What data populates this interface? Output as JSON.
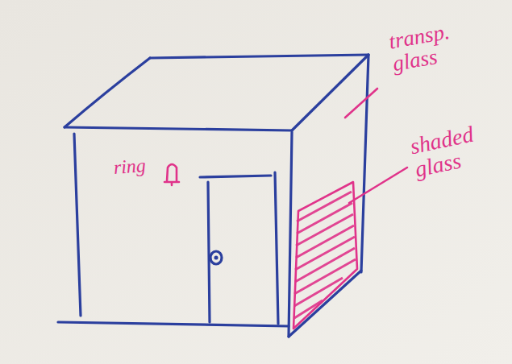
{
  "diagram": {
    "labels": [
      "ring",
      "transp. glass",
      "shaded glass"
    ]
  }
}
